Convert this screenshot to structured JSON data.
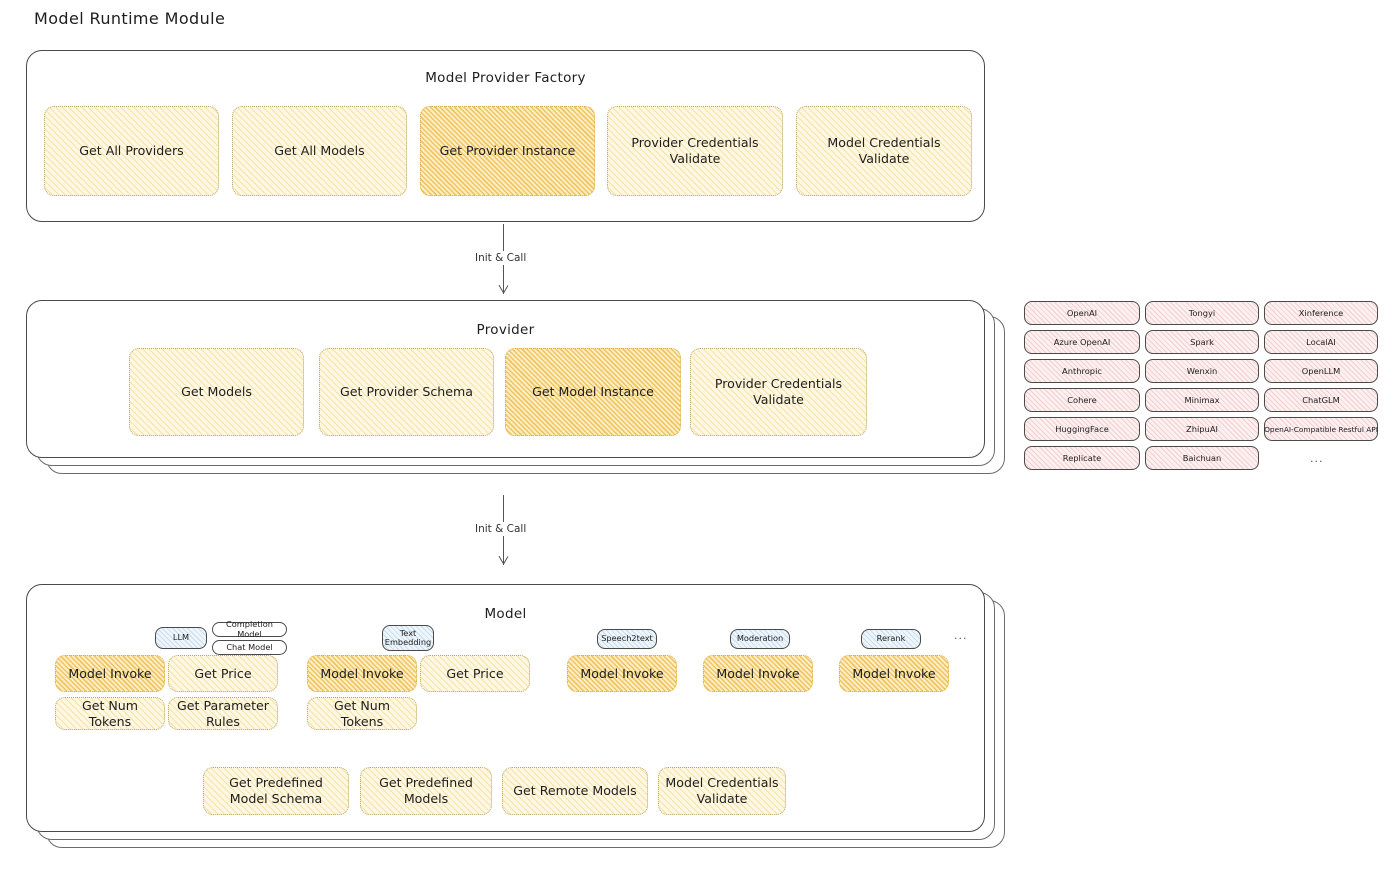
{
  "page": {
    "title": "Model Runtime Module"
  },
  "factory": {
    "title": "Model Provider Factory",
    "boxes": [
      {
        "label": "Get All Providers",
        "highlight": false
      },
      {
        "label": "Get All Models",
        "highlight": false
      },
      {
        "label": "Get Provider Instance",
        "highlight": true
      },
      {
        "label": "Provider Credentials Validate",
        "highlight": false
      },
      {
        "label": "Model Credentials Validate",
        "highlight": false
      }
    ]
  },
  "arrows": [
    {
      "label": "Init & Call"
    },
    {
      "label": "Init & Call"
    }
  ],
  "provider": {
    "title": "Provider",
    "boxes": [
      {
        "label": "Get Models",
        "highlight": false
      },
      {
        "label": "Get Provider Schema",
        "highlight": false
      },
      {
        "label": "Get Model Instance",
        "highlight": true
      },
      {
        "label": "Provider Credentials Validate",
        "highlight": false
      }
    ]
  },
  "provider_list": {
    "columns": [
      [
        "OpenAI",
        "Azure OpenAI",
        "Anthropic",
        "Cohere",
        "HuggingFace",
        "Replicate"
      ],
      [
        "Tongyi",
        "Spark",
        "Wenxin",
        "Minimax",
        "ZhipuAI",
        "Baichuan"
      ],
      [
        "Xinference",
        "LocalAI",
        "OpenLLM",
        "ChatGLM",
        "OpenAI-Compatible Restful API"
      ]
    ],
    "ellipsis": "..."
  },
  "model": {
    "title": "Model",
    "ellipsis": "...",
    "types": [
      {
        "tag": "LLM",
        "tag_style": "blue",
        "subtags": [
          "Completion Model",
          "Chat Model"
        ],
        "boxes": [
          {
            "label": "Model Invoke",
            "highlight": true
          },
          {
            "label": "Get Price",
            "highlight": false
          },
          {
            "label": "Get Num Tokens",
            "highlight": false
          },
          {
            "label": "Get Parameter Rules",
            "highlight": false
          }
        ]
      },
      {
        "tag": "Text\nEmbedding",
        "tag_style": "blue",
        "subtags": [],
        "boxes": [
          {
            "label": "Model Invoke",
            "highlight": true
          },
          {
            "label": "Get Price",
            "highlight": false
          },
          {
            "label": "Get Num Tokens",
            "highlight": false
          }
        ]
      },
      {
        "tag": "Speech2text",
        "tag_style": "blue",
        "subtags": [],
        "boxes": [
          {
            "label": "Model Invoke",
            "highlight": true
          }
        ]
      },
      {
        "tag": "Moderation",
        "tag_style": "blue",
        "subtags": [],
        "boxes": [
          {
            "label": "Model Invoke",
            "highlight": true
          }
        ]
      },
      {
        "tag": "Rerank",
        "tag_style": "blue",
        "subtags": [],
        "boxes": [
          {
            "label": "Model Invoke",
            "highlight": true
          }
        ]
      }
    ],
    "common_boxes": [
      {
        "label": "Get Predefined Model Schema",
        "highlight": false
      },
      {
        "label": "Get Predefined Models",
        "highlight": false
      },
      {
        "label": "Get Remote Models",
        "highlight": false
      },
      {
        "label": "Model Credentials Validate",
        "highlight": false
      }
    ]
  },
  "colors": {
    "box_fill": "#fdf7e3",
    "box_highlight": "#fbeec6",
    "chip_fill": "#fdf0f0",
    "tag_blue": "#eff6fb",
    "stroke": "#4a4a4a"
  }
}
